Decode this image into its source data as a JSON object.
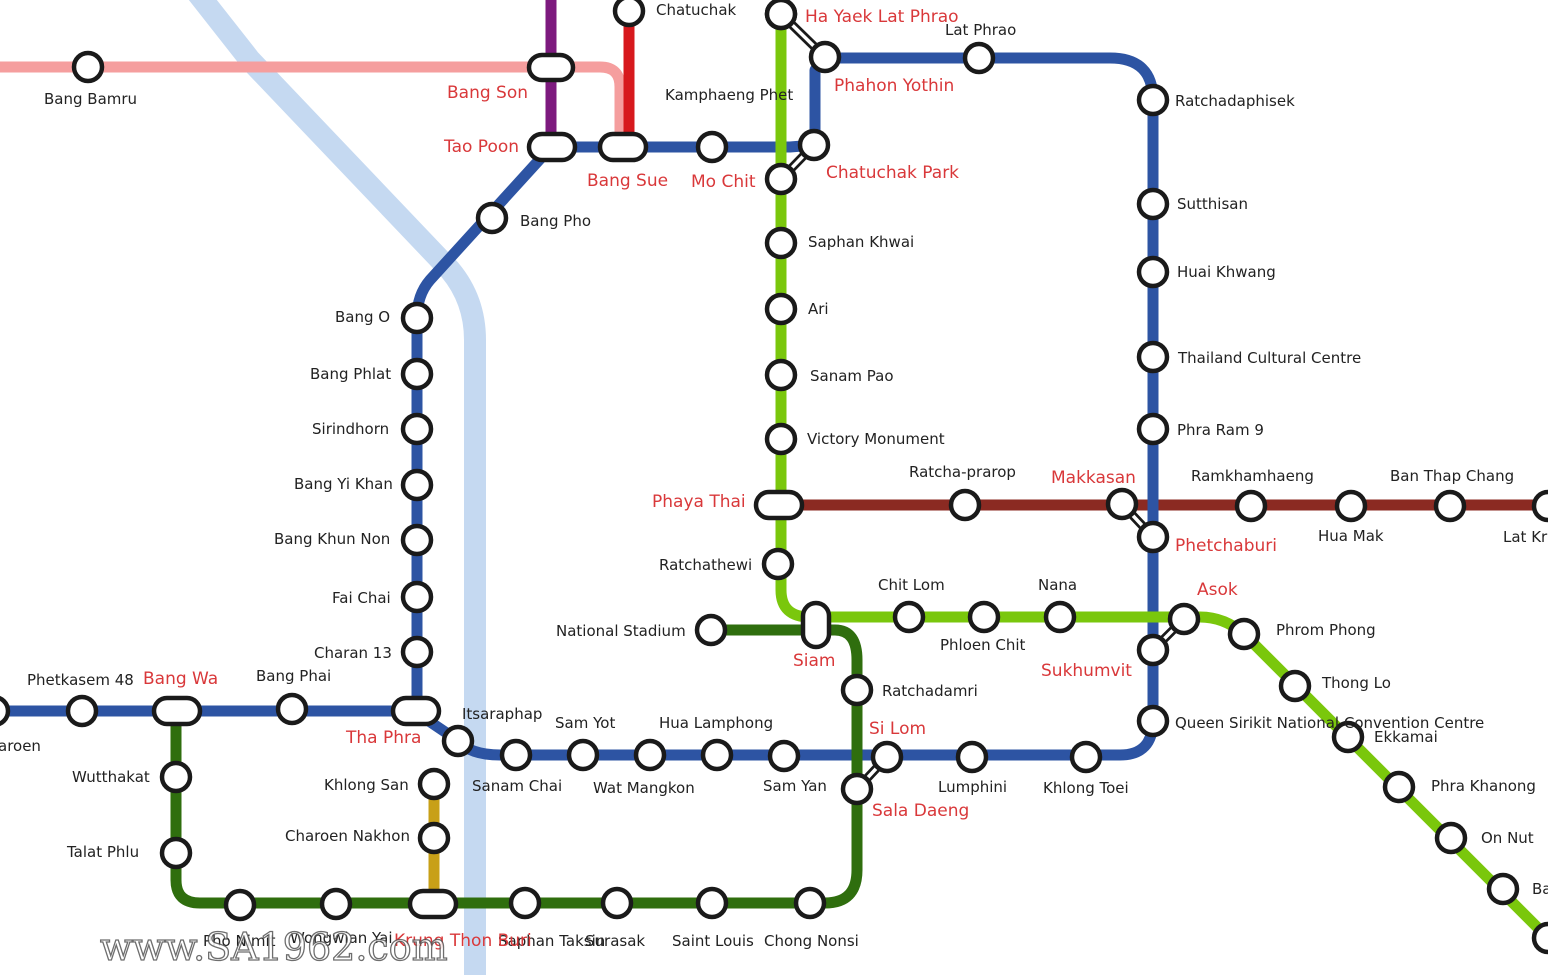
{
  "lines": {
    "river": {
      "color": "#c5d9f1"
    },
    "pink": {
      "color": "#f59e9e"
    },
    "purple": {
      "color": "#7d1a7e"
    },
    "red": {
      "color": "#d7191d"
    },
    "blue": {
      "color": "#2d54a3"
    },
    "light_green": {
      "color": "#7ac70c"
    },
    "dark_green": {
      "color": "#2f6e0e"
    },
    "maroon": {
      "color": "#8b2a22"
    },
    "gold": {
      "color": "#c8a018"
    }
  },
  "stations": {
    "bang_bamru": "Bang Bamru",
    "chatuchak": "Chatuchak",
    "bang_son": "Bang Son",
    "tao_poon": "Tao Poon",
    "bang_sue": "Bang Sue",
    "kamphaeng_phet": "Kamphaeng Phet",
    "mo_chit": "Mo Chit",
    "chatuchak_park": "Chatuchak Park",
    "ha_yaek_lat_phrao": "Ha Yaek Lat Phrao",
    "phahon_yothin": "Phahon Yothin",
    "lat_phrao": "Lat Phrao",
    "ratchadaphisek": "Ratchadaphisek",
    "sutthisan": "Sutthisan",
    "huai_khwang": "Huai Khwang",
    "thailand_cultural_centre": "Thailand Cultural Centre",
    "phra_ram_9": "Phra Ram 9",
    "phetchaburi": "Phetchaburi",
    "sukhumvit": "Sukhumvit",
    "queen_sirikit": "Queen Sirikit National Convention Centre",
    "khlong_toei": "Khlong Toei",
    "lumphini": "Lumphini",
    "si_lom": "Si Lom",
    "sam_yan": "Sam Yan",
    "hua_lamphong": "Hua Lamphong",
    "wat_mangkon": "Wat Mangkon",
    "sam_yot": "Sam Yot",
    "sanam_chai": "Sanam Chai",
    "itsaraphap": "Itsaraphap",
    "tha_phra": "Tha Phra",
    "bang_phai": "Bang Phai",
    "bang_wa": "Bang Wa",
    "phetkasem_48": "Phetkasem 48",
    "phasi_charoen": "aroen",
    "charan_13": "Charan 13",
    "fai_chai": "Fai Chai",
    "bang_khun_non": "Bang Khun Non",
    "bang_yi_khan": "Bang Yi Khan",
    "sirindhorn": "Sirindhorn",
    "bang_phlat": "Bang Phlat",
    "bang_o": "Bang O",
    "bang_pho": "Bang Pho",
    "saphan_khwai": "Saphan Khwai",
    "ari": "Ari",
    "sanam_pao": "Sanam Pao",
    "victory_monument": "Victory Monument",
    "phaya_thai": "Phaya Thai",
    "ratchathewi": "Ratchathewi",
    "siam": "Siam",
    "chit_lom": "Chit Lom",
    "phloen_chit": "Phloen Chit",
    "nana": "Nana",
    "asok": "Asok",
    "phrom_phong": "Phrom Phong",
    "thong_lo": "Thong Lo",
    "ekkamai": "Ekkamai",
    "phra_khanong": "Phra Khanong",
    "on_nut": "On Nut",
    "bang_chak": "Ba",
    "ratcha_prarop": "Ratcha-prarop",
    "makkasan": "Makkasan",
    "ramkhamhaeng": "Ramkhamhaeng",
    "hua_mak": "Hua Mak",
    "ban_thap_chang": "Ban Thap Chang",
    "lat_krabang": "Lat Kra",
    "national_stadium": "National Stadium",
    "ratchadamri": "Ratchadamri",
    "sala_daeng": "Sala Daeng",
    "chong_nonsi": "Chong Nonsi",
    "saint_louis": "Saint Louis",
    "surasak": "Surasak",
    "saphan_taksin": "Saphan Taksin",
    "krung_thon_buri": "Krung Thon Buri",
    "wongwian_yai": "Wongwian Yai",
    "pho_nimit": "Pho Nimit",
    "talat_phlu": "Talat Phlu",
    "wutthakat": "Wutthakat",
    "khlong_san": "Khlong San",
    "charoen_nakhon": "Charoen Nakhon"
  },
  "watermark": "www.SA1962.com"
}
